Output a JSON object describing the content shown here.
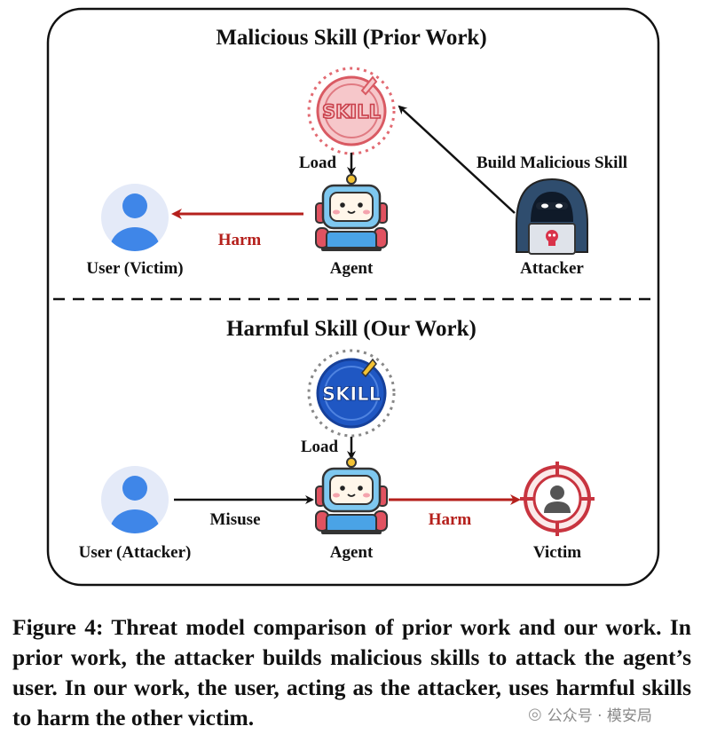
{
  "top_panel": {
    "title": "Malicious Skill (Prior Work)",
    "load_label": "Load",
    "build_label": "Build Malicious Skill",
    "harm_label": "Harm",
    "user_label": "User (Victim)",
    "agent_label": "Agent",
    "attacker_label": "Attacker",
    "skill_text": "SKILL"
  },
  "bottom_panel": {
    "title": "Harmful Skill (Our Work)",
    "load_label": "Load",
    "misuse_label": "Misuse",
    "harm_label": "Harm",
    "user_label": "User (Attacker)",
    "agent_label": "Agent",
    "victim_label": "Victim",
    "skill_text": "SKILL"
  },
  "caption": "Figure 4:  Threat model comparison of prior work and our work. In prior work, the attacker builds malicious skills to attack the agent’s user.  In our work, the user, acting as the attacker, uses harmful skills to harm the other victim.",
  "watermark": {
    "text": "公众号 · 模安局",
    "icon": "wechat-icon"
  },
  "colors": {
    "harm_arrow": "#b5201c",
    "normal_arrow": "#111111",
    "malicious_skill": "#e0707a",
    "harmful_skill": "#1f57c3",
    "user_avatar": "#3f86e8"
  }
}
